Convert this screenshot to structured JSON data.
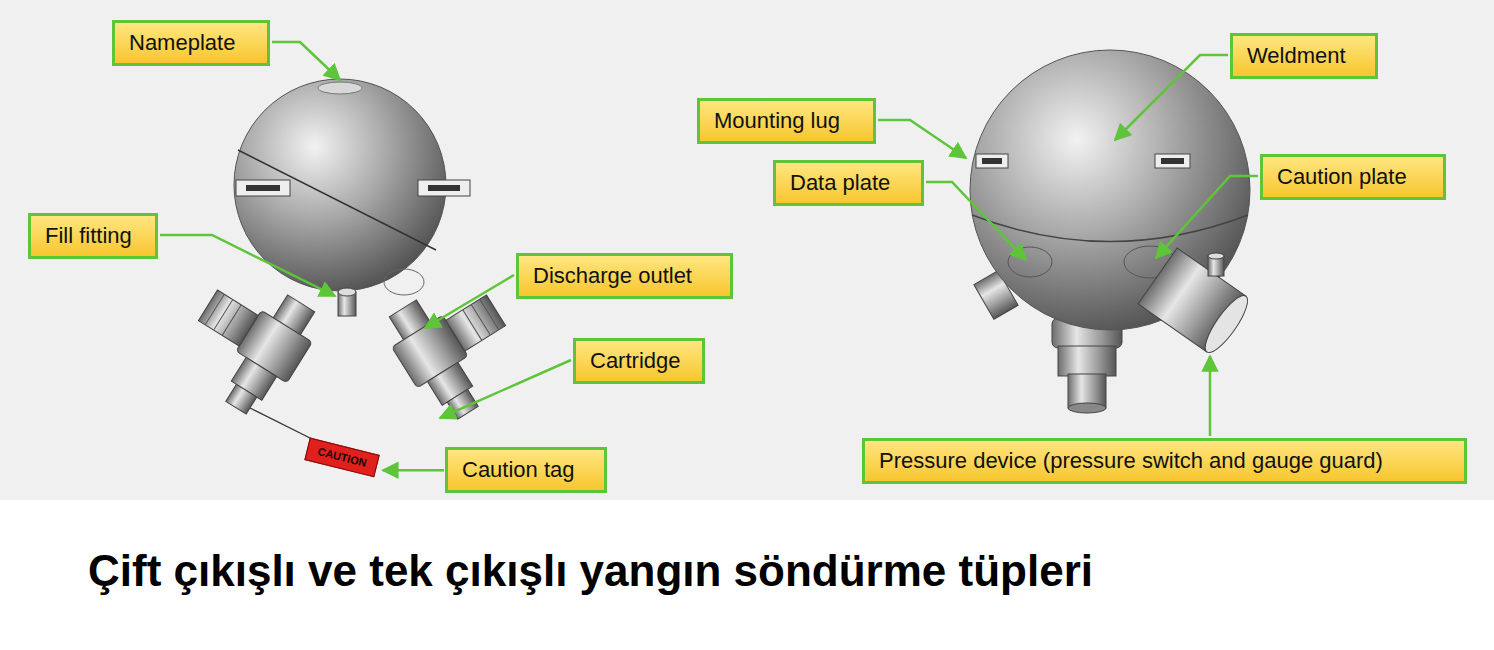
{
  "diagram": {
    "caption": "Çift çıkışlı ve tek çıkışlı yangın söndürme tüpleri",
    "nodes": [
      {
        "text": [
          "Nameplate"
        ]
      },
      {
        "text": [
          "Fill fitting"
        ]
      },
      {
        "text": [
          "Discharge outlet"
        ]
      },
      {
        "text": [
          "Cartridge"
        ]
      },
      {
        "text": [
          "CAUTION"
        ]
      },
      {
        "text": [
          "Caution tag"
        ]
      },
      {
        "text": [
          "Weldment"
        ]
      },
      {
        "text": [
          "Mounting lug"
        ]
      },
      {
        "text": [
          "Data plate"
        ]
      },
      {
        "text": [
          "Caution plate"
        ]
      },
      {
        "text": [
          "Pressure device (pressure switch and gauge guard)"
        ]
      }
    ],
    "edges": [
      {
        "from": 5,
        "to": 4,
        "arrow": "to"
      }
    ]
  }
}
